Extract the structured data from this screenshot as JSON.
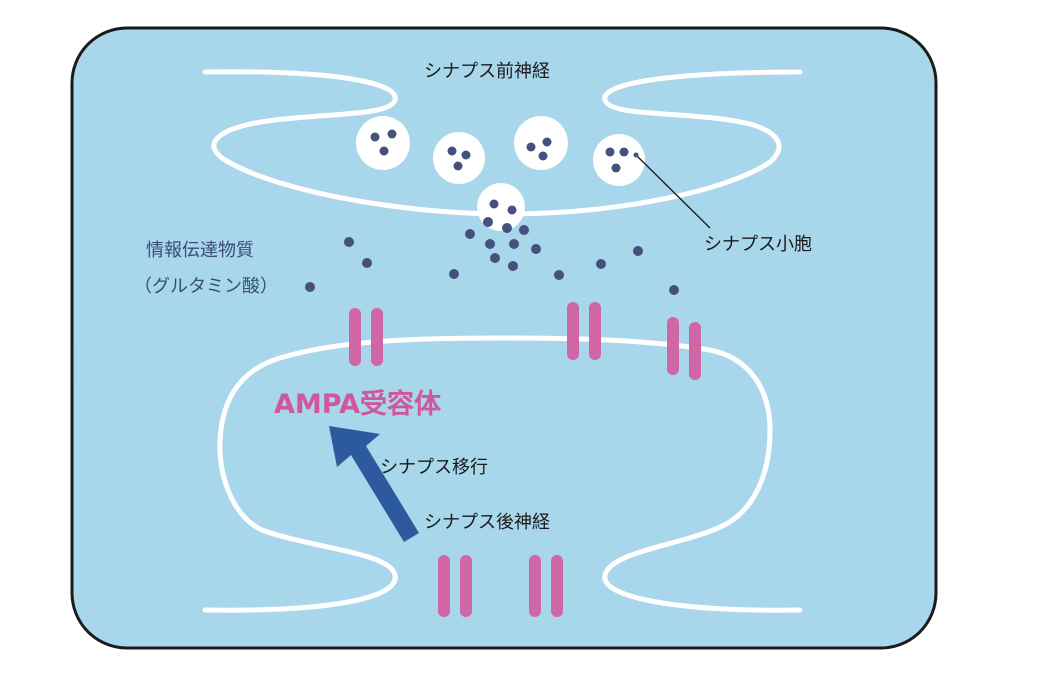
{
  "labels": {
    "presynaptic": "シナプス前神経",
    "vesicle": "シナプス小胞",
    "transmitter_line1": "情報伝達物質",
    "transmitter_line2": "（グルタミン酸）",
    "ampa": "AMPA受容体",
    "translocation": "シナプス移行",
    "postsynaptic": "シナプス後神経"
  },
  "colors": {
    "background": "#a8d6ea",
    "frame_border": "#1a1a1a",
    "membrane": "#ffffff",
    "transmitter_dot": "#45507e",
    "receptor": "#d066a6",
    "arrow": "#2d5a9e",
    "ampa_text": "#d0579c",
    "transmitter_text": "#3a4a7a"
  }
}
